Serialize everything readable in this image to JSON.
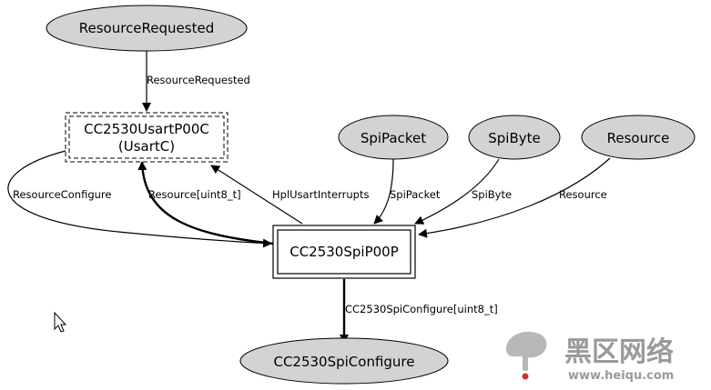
{
  "nodes": {
    "resource_requested": "ResourceRequested",
    "usart_line1": "CC2530UsartP00C",
    "usart_line2": "(UsartC)",
    "spi_packet": "SpiPacket",
    "spi_byte": "SpiByte",
    "resource": "Resource",
    "spi_p00p": "CC2530SpiP00P",
    "spi_configure": "CC2530SpiConfigure"
  },
  "edges": {
    "resource_requested": "ResourceRequested",
    "resource_configure": "ResourceConfigure",
    "resource_uint8": "Resource[uint8_t]",
    "hpl_usart_interrupts": "HplUsartInterrupts",
    "spi_packet": "SpiPacket",
    "spi_byte": "SpiByte",
    "resource": "Resource",
    "spi_configure_uint8": "CC2530SpiConfigure[uint8_t]"
  },
  "watermark": {
    "cn_text": "黑区网络",
    "url": "www.heiqu.com"
  },
  "colors": {
    "node_fill": "#d3d3d3",
    "stroke": "#000000",
    "watermark_text": "#9a9a9a",
    "watermark_red": "#c0392b"
  }
}
